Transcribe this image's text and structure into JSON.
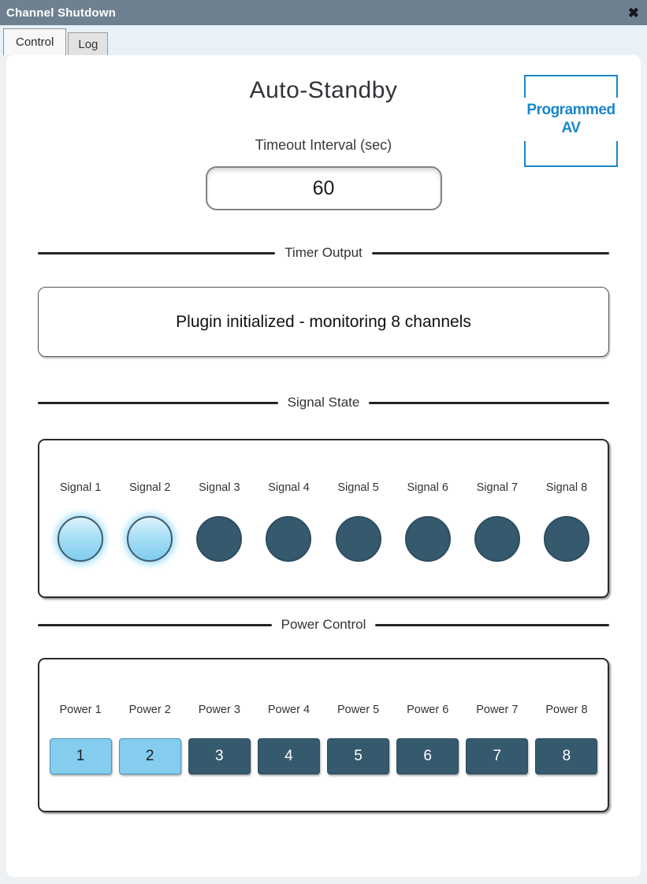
{
  "window": {
    "title": "Channel Shutdown",
    "close_icon": "✖"
  },
  "tabs": [
    {
      "label": "Control",
      "active": true
    },
    {
      "label": "Log",
      "active": false
    }
  ],
  "main": {
    "title": "Auto-Standby",
    "logo": {
      "line1": "Programmed",
      "line2": "AV"
    },
    "timeout": {
      "label": "Timeout Interval (sec)",
      "value": "60"
    },
    "timer_output": {
      "label": "Timer Output",
      "message": "Plugin initialized - monitoring 8 channels"
    },
    "signal_state": {
      "label": "Signal State",
      "signals": [
        {
          "label": "Signal 1",
          "active": true
        },
        {
          "label": "Signal 2",
          "active": true
        },
        {
          "label": "Signal 3",
          "active": false
        },
        {
          "label": "Signal 4",
          "active": false
        },
        {
          "label": "Signal 5",
          "active": false
        },
        {
          "label": "Signal 6",
          "active": false
        },
        {
          "label": "Signal 7",
          "active": false
        },
        {
          "label": "Signal 8",
          "active": false
        }
      ]
    },
    "power_control": {
      "label": "Power Control",
      "powers": [
        {
          "label": "Power 1",
          "text": "1",
          "active": true
        },
        {
          "label": "Power 2",
          "text": "2",
          "active": true
        },
        {
          "label": "Power 3",
          "text": "3",
          "active": false
        },
        {
          "label": "Power 4",
          "text": "4",
          "active": false
        },
        {
          "label": "Power 5",
          "text": "5",
          "active": false
        },
        {
          "label": "Power 6",
          "text": "6",
          "active": false
        },
        {
          "label": "Power 7",
          "text": "7",
          "active": false
        },
        {
          "label": "Power 8",
          "text": "8",
          "active": false
        }
      ]
    }
  },
  "colors": {
    "titlebar": "#6f8191",
    "logo_blue": "#1a86c8",
    "lamp_on": "#85cdee",
    "lamp_off": "#35596d"
  }
}
